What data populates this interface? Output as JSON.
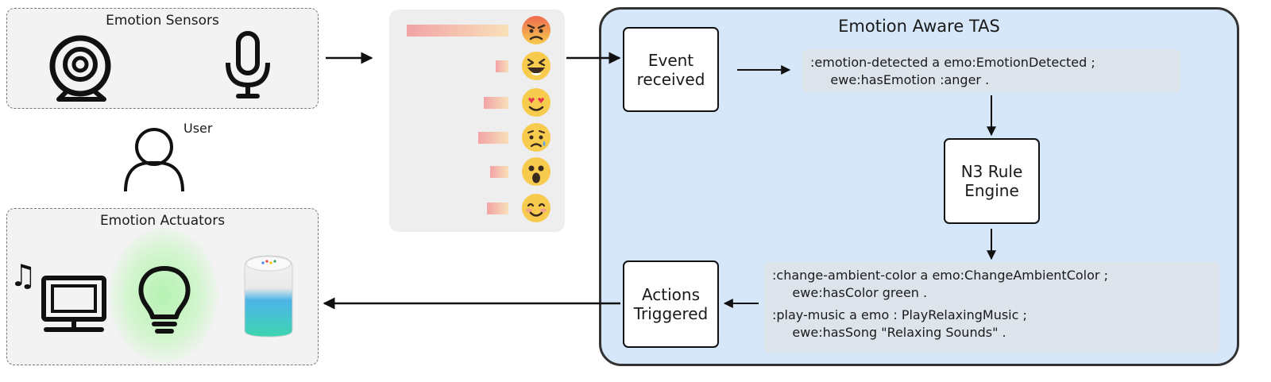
{
  "sensors": {
    "title": "Emotion Sensors"
  },
  "user": {
    "label": "User"
  },
  "actuators": {
    "title": "Emotion Actuators"
  },
  "emotion_scores": [
    {
      "emoji": "angry-face",
      "level": 0.95
    },
    {
      "emoji": "laughing-face",
      "level": 0.12
    },
    {
      "emoji": "heart-eyes-face",
      "level": 0.23
    },
    {
      "emoji": "crying-face",
      "level": 0.28
    },
    {
      "emoji": "surprised-face",
      "level": 0.17
    },
    {
      "emoji": "blushing-smile-face",
      "level": 0.2
    }
  ],
  "tas": {
    "title": "Emotion Aware TAS",
    "event_box": "Event\nreceived",
    "engine_box": "N3 Rule\nEngine",
    "actions_box": "Actions\nTriggered",
    "event_code": [
      ":emotion-detected a emo:EmotionDetected ;",
      "     ewe:hasEmotion :anger ."
    ],
    "action_code_1": [
      ":change-ambient-color a emo:ChangeAmbientColor ;",
      "     ewe:hasColor green ."
    ],
    "action_code_2": [
      ":play-music a emo : PlayRelaxingMusic ;",
      "     ewe:hasSong \"Relaxing Sounds\" ."
    ]
  },
  "colors": {
    "tas_background": "#d6e7fa",
    "code_background": "#dde4ec",
    "bar_start": "#f2a3a6",
    "bar_end": "#f8e0b8",
    "emoji_yellow": "#f7cb4d",
    "angry_red": "#ee6a4e",
    "light_glow": "#b6f2b2",
    "speaker_gradient": [
      "#ffffff",
      "#4db4e8",
      "#3dd6b0"
    ]
  }
}
